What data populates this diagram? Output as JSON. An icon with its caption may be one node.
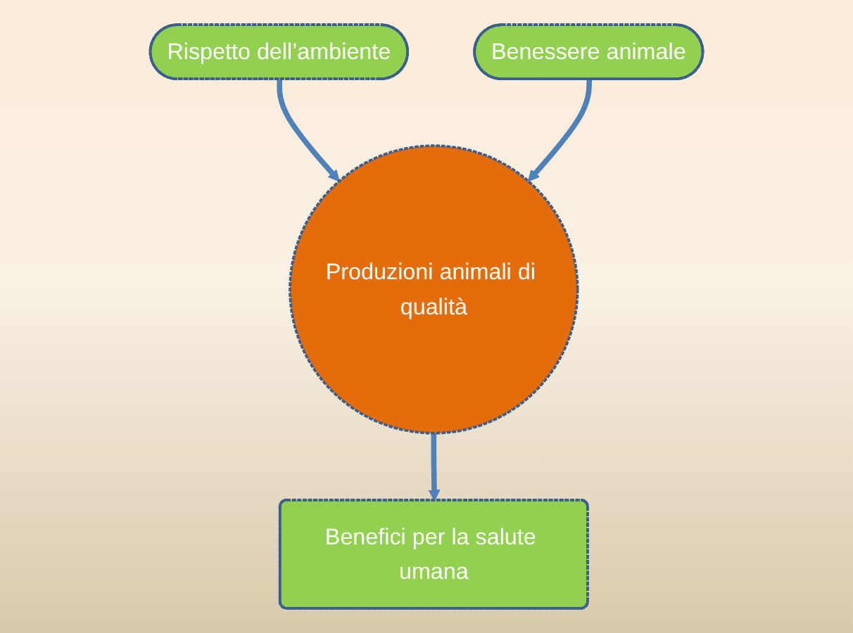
{
  "diagram": {
    "nodes": [
      {
        "text": [
          "Rispetto dell’ambiente"
        ]
      },
      {
        "text": [
          "Benessere animale"
        ]
      },
      {
        "text": [
          "Produzioni animali di qualità"
        ]
      },
      {
        "text": [
          "Benefici per la salute umana"
        ]
      }
    ],
    "edges": [
      {
        "from": 0,
        "to": 2,
        "arrow": "to"
      },
      {
        "from": 1,
        "to": 2,
        "arrow": "to"
      },
      {
        "from": 2,
        "to": 3,
        "arrow": "to"
      }
    ]
  }
}
